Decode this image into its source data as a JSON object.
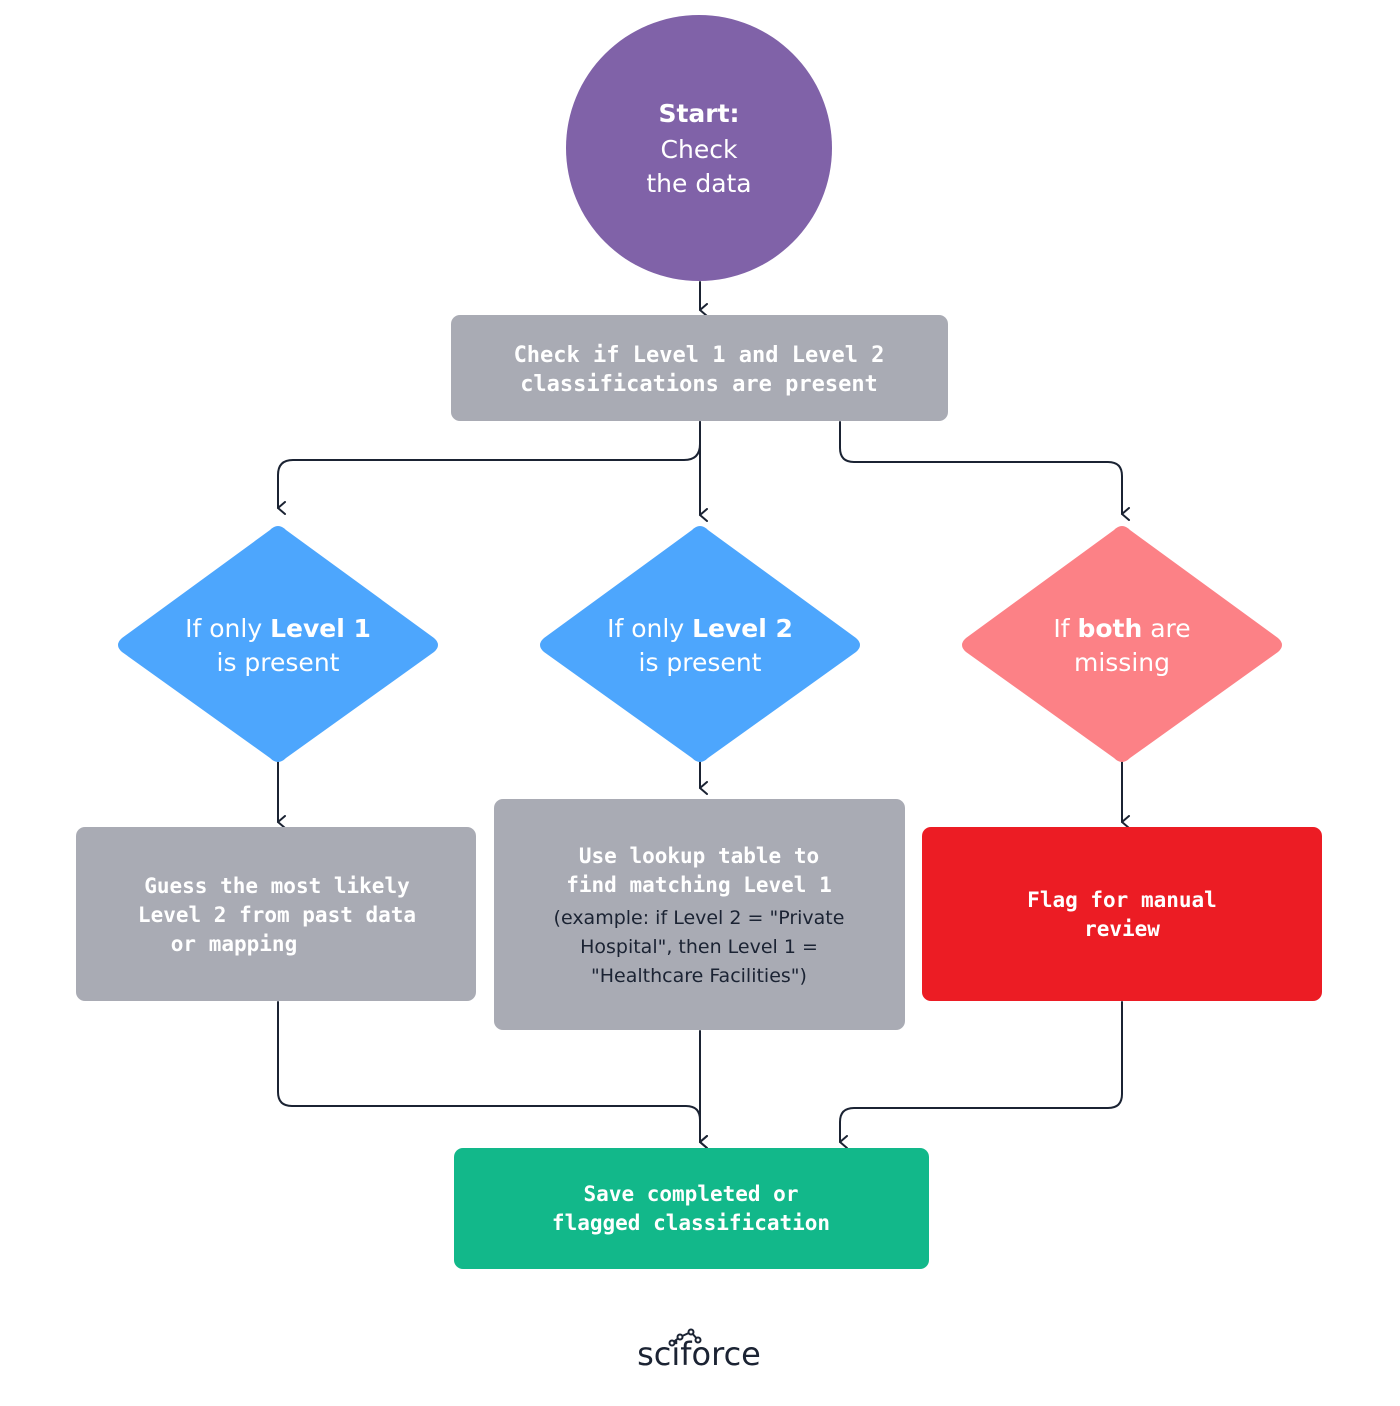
{
  "start": {
    "title": "Start:",
    "line1": "Check",
    "line2": "the data"
  },
  "check": {
    "line1": "Check if Level 1 and Level 2",
    "line2": "classifications are present"
  },
  "decision_level1": {
    "prefix": "If only ",
    "bold": "Level 1",
    "line2": "is present"
  },
  "decision_level2": {
    "prefix": "If only ",
    "bold": "Level 2",
    "line2": "is present"
  },
  "decision_missing": {
    "prefix": "If ",
    "bold": "both",
    "suffix": " are",
    "line2": "missing"
  },
  "guess": {
    "line1": "Guess the most likely",
    "line2": "Level 2 from past data",
    "line3": "or mapping"
  },
  "lookup": {
    "line1": "Use lookup table to",
    "line2": "find matching Level 1",
    "example1": "(example: if Level 2 = \"Private",
    "example2": "Hospital\", then Level 1 =",
    "example3": "\"Healthcare Facilities\")"
  },
  "flag": {
    "line1": "Flag for manual",
    "line2": "review"
  },
  "save": {
    "line1": "Save completed or",
    "line2": "flagged classification"
  },
  "brand": {
    "logo_text": "sciforce"
  },
  "colors": {
    "start": "#8062A8",
    "process_gray": "#A9ABB4",
    "decision_blue": "#4DA6FD",
    "decision_pink": "#FC8186",
    "flag_red": "#EC1C24",
    "save_green": "#12B88A",
    "connector": "#1B2333",
    "logo": "#1B2333"
  }
}
